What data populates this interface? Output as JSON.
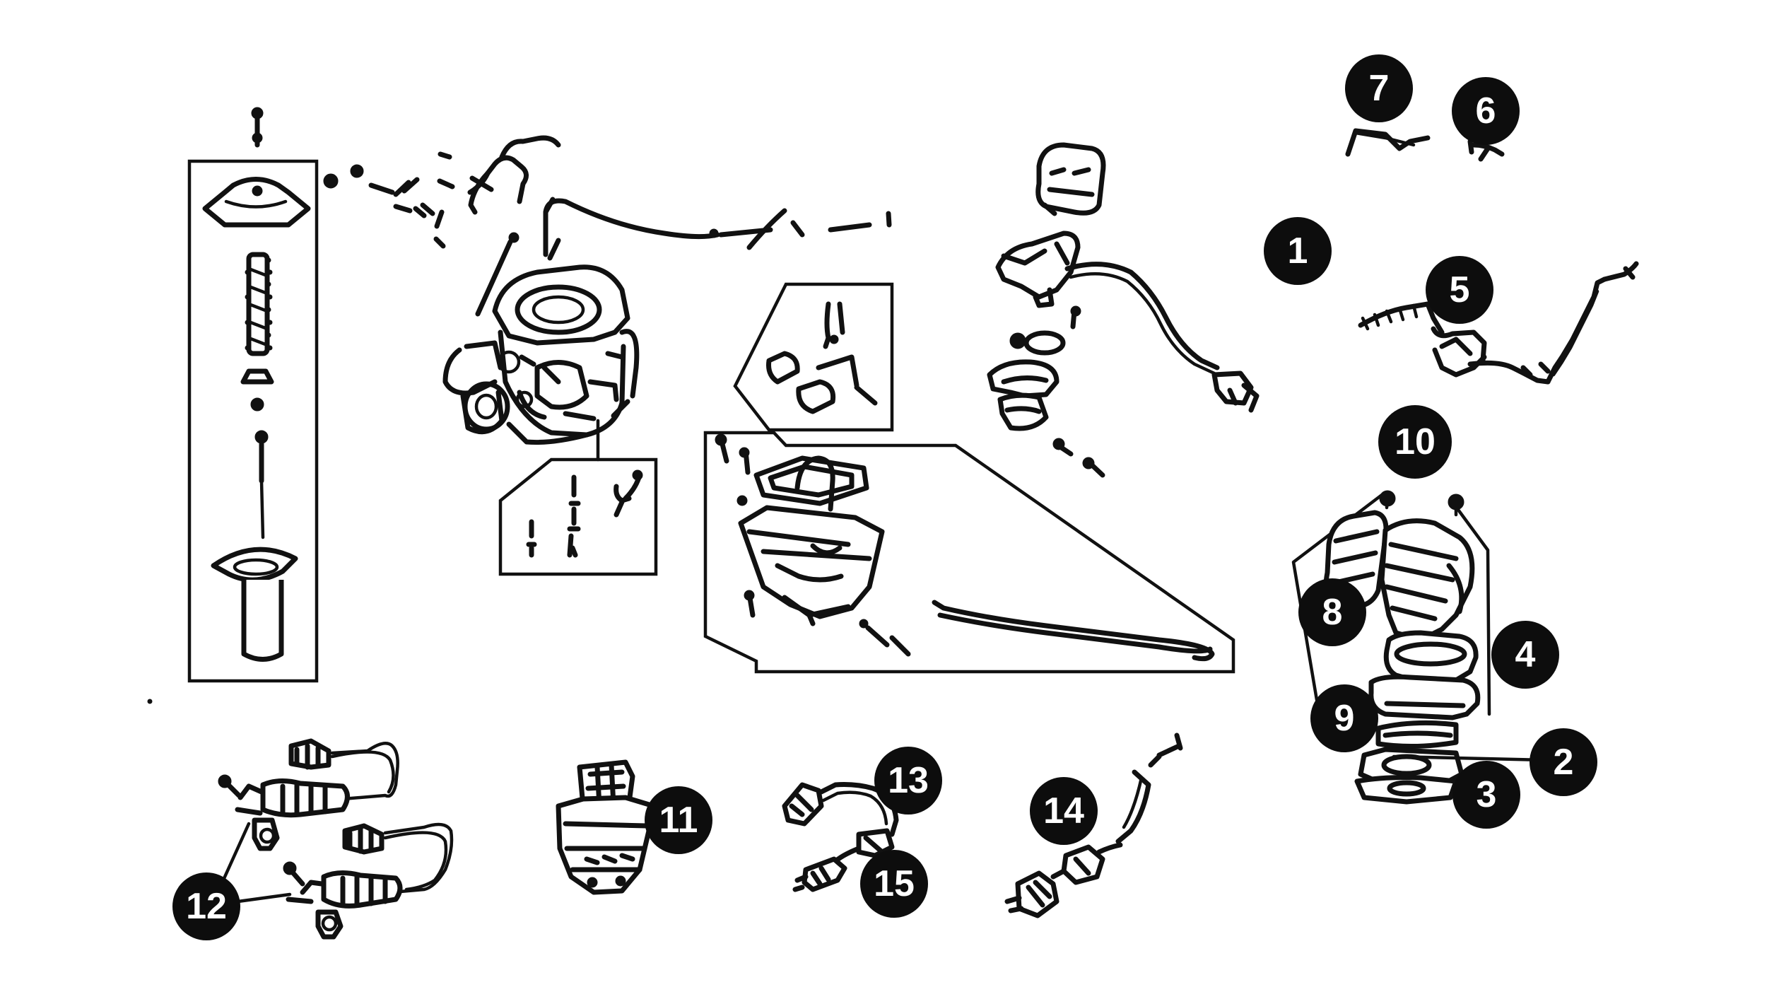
{
  "callouts": [
    {
      "id": "1",
      "label": "1"
    },
    {
      "id": "2",
      "label": "2"
    },
    {
      "id": "3",
      "label": "3"
    },
    {
      "id": "4",
      "label": "4"
    },
    {
      "id": "5",
      "label": "5"
    },
    {
      "id": "6",
      "label": "6"
    },
    {
      "id": "7",
      "label": "7"
    },
    {
      "id": "8",
      "label": "8"
    },
    {
      "id": "9",
      "label": "9"
    },
    {
      "id": "10",
      "label": "10"
    },
    {
      "id": "11",
      "label": "11"
    },
    {
      "id": "12",
      "label": "12"
    },
    {
      "id": "13",
      "label": "13"
    },
    {
      "id": "14",
      "label": "14"
    },
    {
      "id": "15",
      "label": "15"
    }
  ],
  "colors": {
    "ink": "#111111",
    "background": "#ffffff",
    "callout_text": "#ffffff"
  }
}
